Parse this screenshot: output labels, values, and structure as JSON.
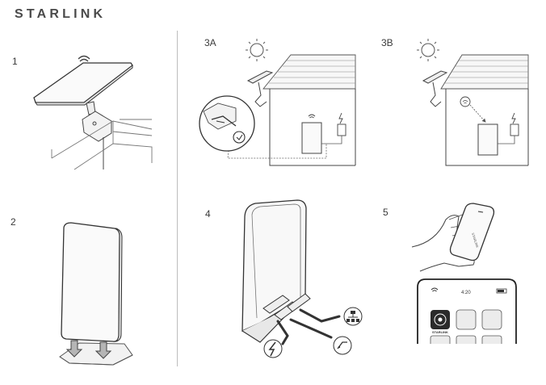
{
  "brand": {
    "name": "STARLINK"
  },
  "steps": {
    "s1": "1",
    "s2": "2",
    "s3a": "3A",
    "s3b": "3B",
    "s4": "4",
    "s5": "5"
  },
  "phone": {
    "time": "4:20",
    "app_label": "STARLINK",
    "handset_label": "STARLINK"
  },
  "icons": {
    "sun": "sun-icon",
    "wifi": "wifi-icon",
    "power": "lightning-icon",
    "ethernet": "network-icon",
    "dish": "dish-icon",
    "check": "check-icon"
  }
}
